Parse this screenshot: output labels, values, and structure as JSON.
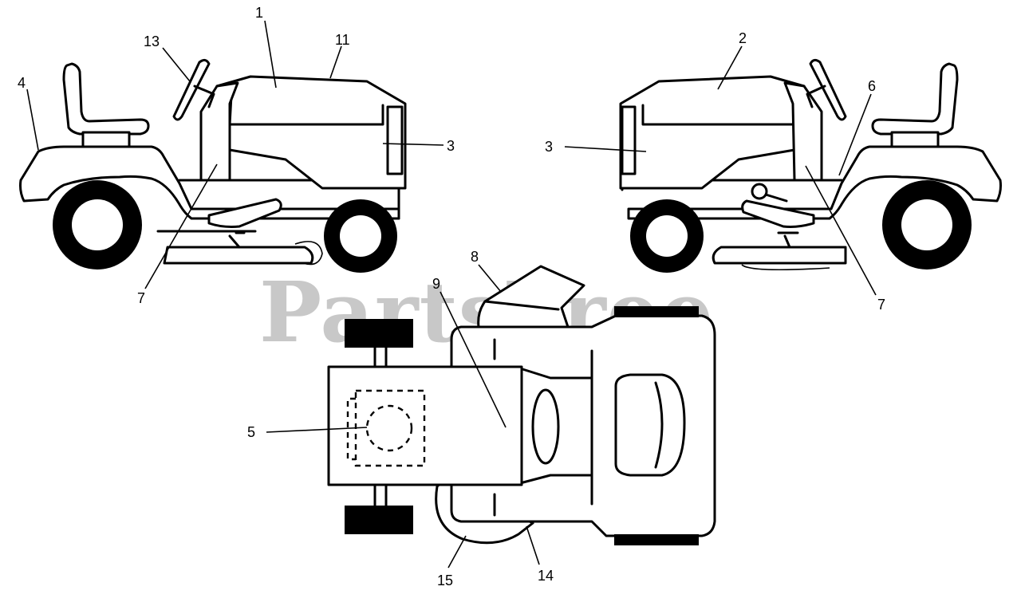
{
  "watermark": "PartsTree",
  "callouts": [
    {
      "id": "c1",
      "text": "1"
    },
    {
      "id": "c2",
      "text": "2"
    },
    {
      "id": "c3a",
      "text": "3"
    },
    {
      "id": "c3b",
      "text": "3"
    },
    {
      "id": "c4",
      "text": "4"
    },
    {
      "id": "c5",
      "text": "5"
    },
    {
      "id": "c6",
      "text": "6"
    },
    {
      "id": "c7a",
      "text": "7"
    },
    {
      "id": "c7b",
      "text": "7"
    },
    {
      "id": "c8",
      "text": "8"
    },
    {
      "id": "c9",
      "text": "9"
    },
    {
      "id": "c11",
      "text": "11"
    },
    {
      "id": "c13",
      "text": "13"
    },
    {
      "id": "c14",
      "text": "14"
    },
    {
      "id": "c15",
      "text": "15"
    }
  ]
}
